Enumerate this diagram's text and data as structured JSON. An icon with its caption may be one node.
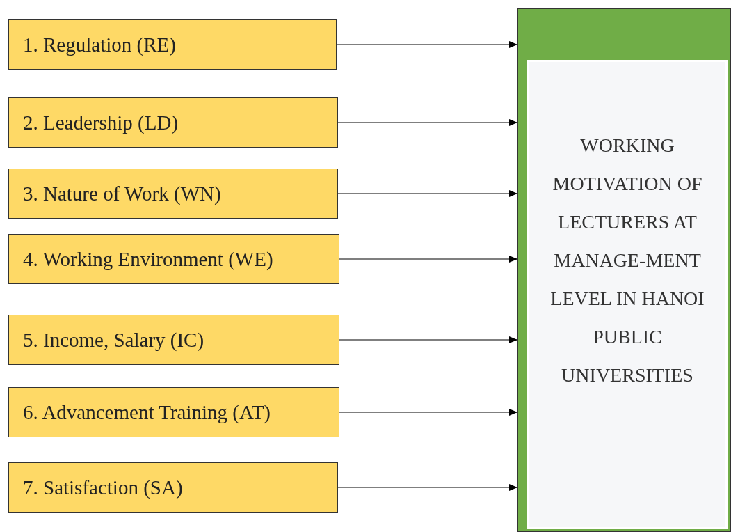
{
  "diagram": {
    "nodes": [
      {
        "text": [
          "1. Regulation (RE)"
        ]
      },
      {
        "text": [
          "2. Leadership (LD)"
        ]
      },
      {
        "text": [
          "3. Nature of Work (WN)"
        ]
      },
      {
        "text": [
          "4. Working Environment (WE)"
        ]
      },
      {
        "text": [
          "5. Income, Salary (IC)"
        ]
      },
      {
        "text": [
          "6. Advancement Training (AT)"
        ]
      },
      {
        "text": [
          "7. Satisfaction (SA)"
        ]
      },
      {
        "text": [],
        "shape": "box"
      },
      {
        "text": [
          "WORKING MOTIVATION OF LECTURERS AT MANAGE-MENT LEVEL IN HANOI PUBLIC UNIVERSITIES"
        ],
        "in": 7
      }
    ],
    "edges": [
      {
        "from": 0,
        "to": 7,
        "arrow": "to"
      },
      {
        "from": 1,
        "to": 7,
        "arrow": "to"
      },
      {
        "from": 2,
        "to": 7,
        "arrow": "to"
      },
      {
        "from": 3,
        "to": 7,
        "arrow": "to"
      },
      {
        "from": 4,
        "to": 7,
        "arrow": "to"
      },
      {
        "from": 5,
        "to": 7,
        "arrow": "to"
      },
      {
        "from": 6,
        "to": 7,
        "arrow": "to"
      }
    ]
  }
}
